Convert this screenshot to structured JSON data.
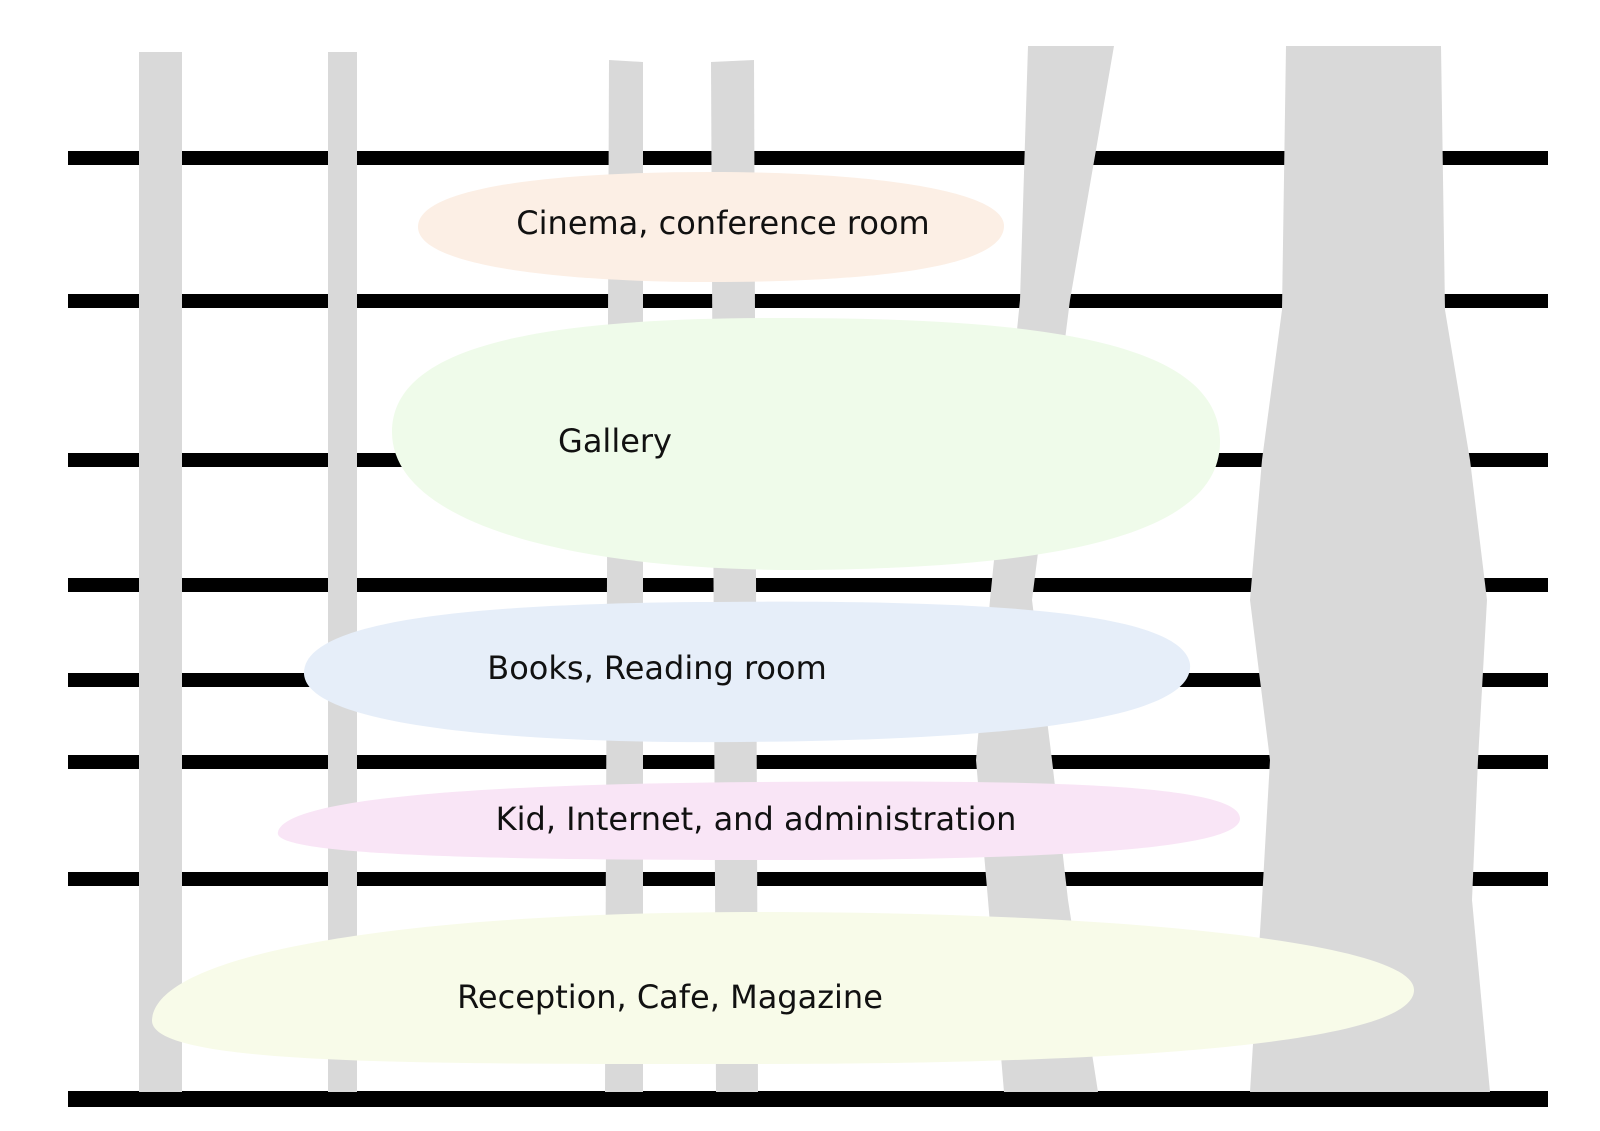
{
  "diagram": {
    "zones": [
      {
        "id": "cinema",
        "label": "Cinema, conference room",
        "color": "#fcefe5"
      },
      {
        "id": "gallery",
        "label": "Gallery",
        "color": "#effbea"
      },
      {
        "id": "books",
        "label": "Books, Reading room",
        "color": "#e6eef9"
      },
      {
        "id": "kids",
        "label": "Kid, Internet, and administration",
        "color": "#f9e5f6"
      },
      {
        "id": "reception",
        "label": "Reception, Cafe, Magazine",
        "color": "#f8fbe9"
      }
    ],
    "colors": {
      "floor_line": "#000000",
      "column": "#d9d9d9",
      "background": "#ffffff"
    }
  }
}
